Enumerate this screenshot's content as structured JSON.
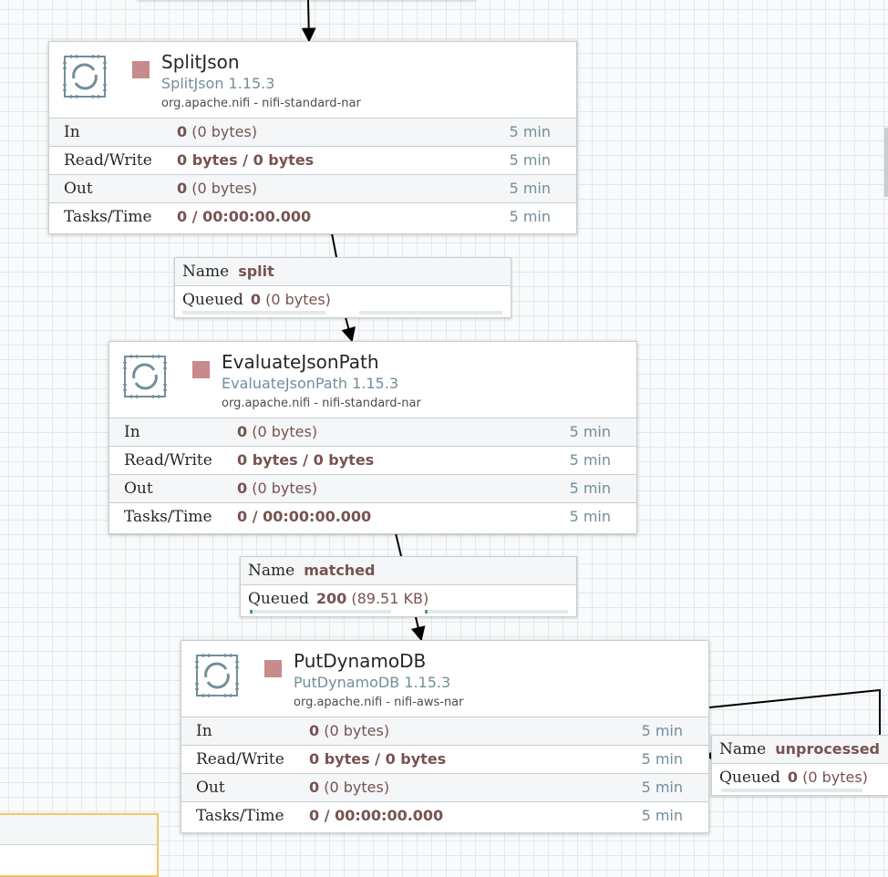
{
  "processors": [
    {
      "name": "SplitJson",
      "type": "SplitJson 1.15.3",
      "bundle": "org.apache.nifi - nifi-standard-nar",
      "stats": [
        {
          "label": "In",
          "value_bold": "0",
          "value_rest": " (0 bytes)",
          "duration": "5 min"
        },
        {
          "label": "Read/Write",
          "value_bold": "0 bytes / 0 bytes",
          "value_rest": "",
          "duration": "5 min"
        },
        {
          "label": "Out",
          "value_bold": "0",
          "value_rest": " (0 bytes)",
          "duration": "5 min"
        },
        {
          "label": "Tasks/Time",
          "value_bold": "0 / 00:00:00.000",
          "value_rest": "",
          "duration": "5 min"
        }
      ]
    },
    {
      "name": "EvaluateJsonPath",
      "type": "EvaluateJsonPath 1.15.3",
      "bundle": "org.apache.nifi - nifi-standard-nar",
      "stats": [
        {
          "label": "In",
          "value_bold": "0",
          "value_rest": " (0 bytes)",
          "duration": "5 min"
        },
        {
          "label": "Read/Write",
          "value_bold": "0 bytes / 0 bytes",
          "value_rest": "",
          "duration": "5 min"
        },
        {
          "label": "Out",
          "value_bold": "0",
          "value_rest": " (0 bytes)",
          "duration": "5 min"
        },
        {
          "label": "Tasks/Time",
          "value_bold": "0 / 00:00:00.000",
          "value_rest": "",
          "duration": "5 min"
        }
      ]
    },
    {
      "name": "PutDynamoDB",
      "type": "PutDynamoDB 1.15.3",
      "bundle": "org.apache.nifi - nifi-aws-nar",
      "stats": [
        {
          "label": "In",
          "value_bold": "0",
          "value_rest": " (0 bytes)",
          "duration": "5 min"
        },
        {
          "label": "Read/Write",
          "value_bold": "0 bytes / 0 bytes",
          "value_rest": "",
          "duration": "5 min"
        },
        {
          "label": "Out",
          "value_bold": "0",
          "value_rest": " (0 bytes)",
          "duration": "5 min"
        },
        {
          "label": "Tasks/Time",
          "value_bold": "0 / 00:00:00.000",
          "value_rest": "",
          "duration": "5 min"
        }
      ]
    }
  ],
  "connections": [
    {
      "name_label": "Name",
      "name": "split",
      "queued_label": "Queued",
      "queued_count": "0",
      "queued_size": "(0 bytes)",
      "fill_fraction": 0
    },
    {
      "name_label": "Name",
      "name": "matched",
      "queued_label": "Queued",
      "queued_count": "200",
      "queued_size": "(89.51 KB)",
      "fill_fraction": 0.02
    },
    {
      "name_label": "Name",
      "name": "unprocessed",
      "queued_label": "Queued",
      "queued_count": "0",
      "queued_size": "(0 bytes)",
      "fill_fraction": 0
    }
  ],
  "colors": {
    "status_stopped": "#c78b8b",
    "value_text": "#775351",
    "secondary_text": "#728e9b",
    "queue_fill": "#4e9a76",
    "group_border": "#f4c567"
  },
  "icons": {
    "processor": "processor-icon",
    "status": "stopped-status-icon"
  }
}
